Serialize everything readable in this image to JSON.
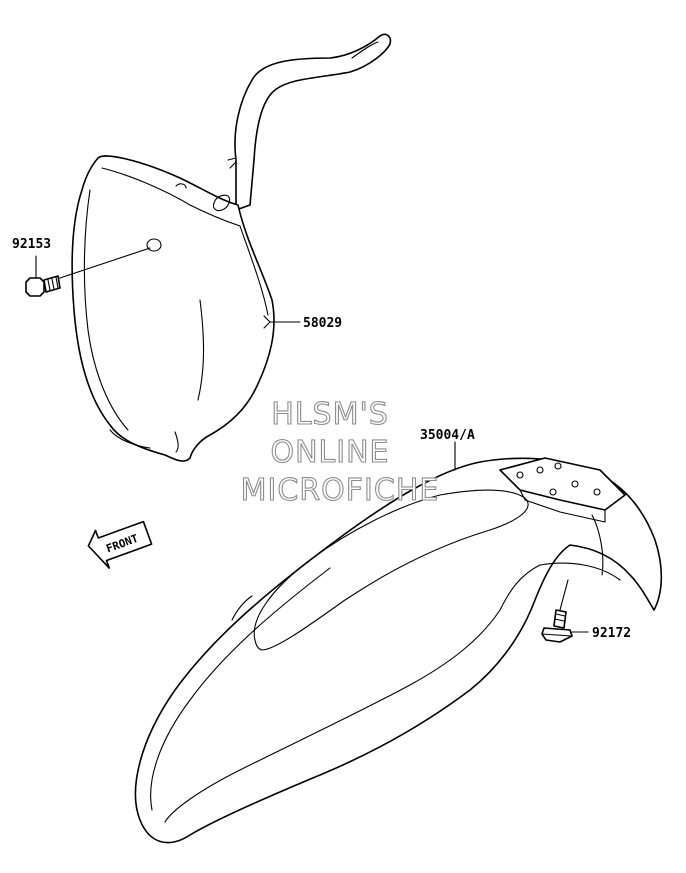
{
  "parts": {
    "bolt_left": "92153",
    "number_plate": "58029",
    "front_fender": "35004/A",
    "bolt_right": "92172"
  },
  "watermark": {
    "line1": "HLSM'S",
    "line2": "ONLINE",
    "line3": "MICROFICHE"
  },
  "direction": {
    "label": "FRONT"
  },
  "colors": {
    "line": "#000000",
    "watermark_outline": "#8c8c8c",
    "background": "#ffffff"
  }
}
